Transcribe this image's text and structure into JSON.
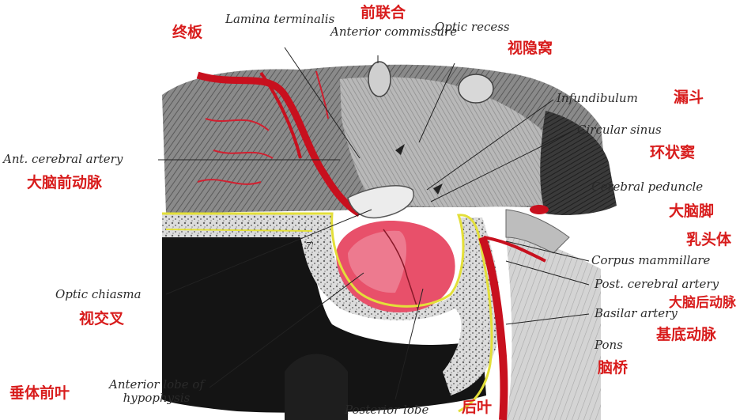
{
  "labels": {
    "lamina_terminalis": {
      "en": "Lamina terminalis",
      "cn": "终板"
    },
    "anterior_commissure": {
      "en": "Anterior commissure",
      "cn": "前联合"
    },
    "optic_recess": {
      "en": "Optic recess",
      "cn": "视隐窝"
    },
    "infundibulum": {
      "en": "Infundibulum",
      "cn": "漏斗"
    },
    "circular_sinus": {
      "en": "Circular sinus",
      "cn": "环状窦"
    },
    "ant_cerebral_artery": {
      "en": "Ant. cerebral artery",
      "cn": "大脑前动脉"
    },
    "cerebral_peduncle": {
      "en": "Cerebral peduncle",
      "cn": "大脑脚"
    },
    "corpus_mammillare": {
      "en": "Corpus mammillare",
      "cn": "乳头体"
    },
    "post_cerebral_artery": {
      "en": "Post. cerebral artery",
      "cn": "大脑后动脉"
    },
    "basilar_artery": {
      "en": "Basilar artery",
      "cn": "基底动脉"
    },
    "optic_chiasma": {
      "en": "Optic chiasma",
      "cn": "视交叉"
    },
    "pons": {
      "en": "Pons",
      "cn": "脑桥"
    },
    "anterior_lobe": {
      "en": "Anterior lobe of hypophysis",
      "cn": "垂体前叶"
    },
    "posterior_lobe": {
      "en": "Posterior lobe",
      "cn": "后叶"
    }
  },
  "diagram_marks": {
    "sella_mark": "7'"
  },
  "colors": {
    "annotation_red": "#d81c1c",
    "artery_red": "#c8101e",
    "hypophysis_pink": "#e8506a",
    "outline_yellow": "#e3df3a",
    "tissue_gray": "#7a7a7a",
    "sinus_black": "#141414"
  }
}
